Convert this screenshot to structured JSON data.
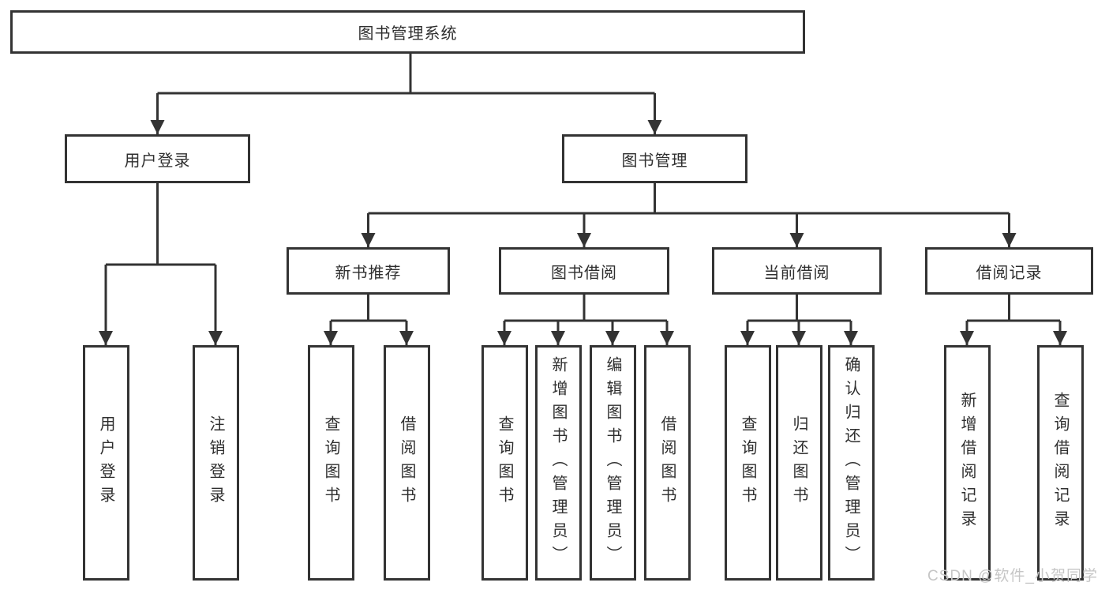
{
  "diagram": {
    "title": "图书管理系统",
    "line_color": "#333333",
    "box_border_color": "#333333",
    "text_color": "#2f2f2f",
    "background_color": "#ffffff",
    "nodes": [
      {
        "id": "library-management-system",
        "label": "图书管理系统",
        "level": 1,
        "parent": null
      },
      {
        "id": "user-login",
        "label": "用户登录",
        "level": 2,
        "parent": "library-management-system"
      },
      {
        "id": "book-management",
        "label": "图书管理",
        "level": 2,
        "parent": "library-management-system"
      },
      {
        "id": "new-book-recommendation",
        "label": "新书推荐",
        "level": 3,
        "parent": "book-management"
      },
      {
        "id": "book-borrowing",
        "label": "图书借阅",
        "level": 3,
        "parent": "book-management"
      },
      {
        "id": "current-borrowing",
        "label": "当前借阅",
        "level": 3,
        "parent": "book-management"
      },
      {
        "id": "borrowing-records",
        "label": "借阅记录",
        "level": 3,
        "parent": "book-management"
      },
      {
        "id": "leaf-user-login",
        "label": "用户登录",
        "level": 4,
        "parent": "user-login"
      },
      {
        "id": "leaf-logout",
        "label": "注销登录",
        "level": 4,
        "parent": "user-login"
      },
      {
        "id": "leaf-query-books-rec",
        "label": "查询图书",
        "level": 4,
        "parent": "new-book-recommendation"
      },
      {
        "id": "leaf-borrow-books-rec",
        "label": "借阅图书",
        "level": 4,
        "parent": "new-book-recommendation"
      },
      {
        "id": "leaf-query-books-borrow",
        "label": "查询图书",
        "level": 4,
        "parent": "book-borrowing"
      },
      {
        "id": "leaf-add-books-admin",
        "label": "新增图书（管理员）",
        "level": 4,
        "parent": "book-borrowing"
      },
      {
        "id": "leaf-edit-books-admin",
        "label": "编辑图书（管理员）",
        "level": 4,
        "parent": "book-borrowing"
      },
      {
        "id": "leaf-borrow-books",
        "label": "借阅图书",
        "level": 4,
        "parent": "book-borrowing"
      },
      {
        "id": "leaf-query-books-current",
        "label": "查询图书",
        "level": 4,
        "parent": "current-borrowing"
      },
      {
        "id": "leaf-return-books",
        "label": "归还图书",
        "level": 4,
        "parent": "current-borrowing"
      },
      {
        "id": "leaf-confirm-return-admin",
        "label": "确认归还（管理员）",
        "level": 4,
        "parent": "current-borrowing"
      },
      {
        "id": "leaf-add-borrow-record",
        "label": "新增借阅记录",
        "level": 4,
        "parent": "borrowing-records"
      },
      {
        "id": "leaf-query-borrow-record",
        "label": "查询借阅记录",
        "level": 4,
        "parent": "borrowing-records"
      }
    ]
  },
  "watermark": {
    "text": "CSDN @软件_小贺同学",
    "color": "#c6c6c6"
  }
}
